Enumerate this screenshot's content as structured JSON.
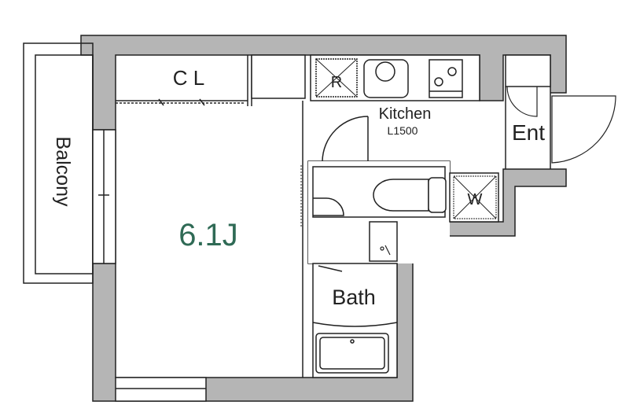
{
  "rooms": {
    "closet": "C L",
    "balcony": "Balcony",
    "main_room": "6.1J",
    "kitchen": "Kitchen",
    "kitchen_length": "L1500",
    "refrigerator": "R",
    "washer": "W",
    "entrance": "Ent",
    "bath": "Bath"
  },
  "colors": {
    "wall": "#b5b5b5",
    "line": "#222222",
    "main_room_label": "#2f6a55"
  }
}
